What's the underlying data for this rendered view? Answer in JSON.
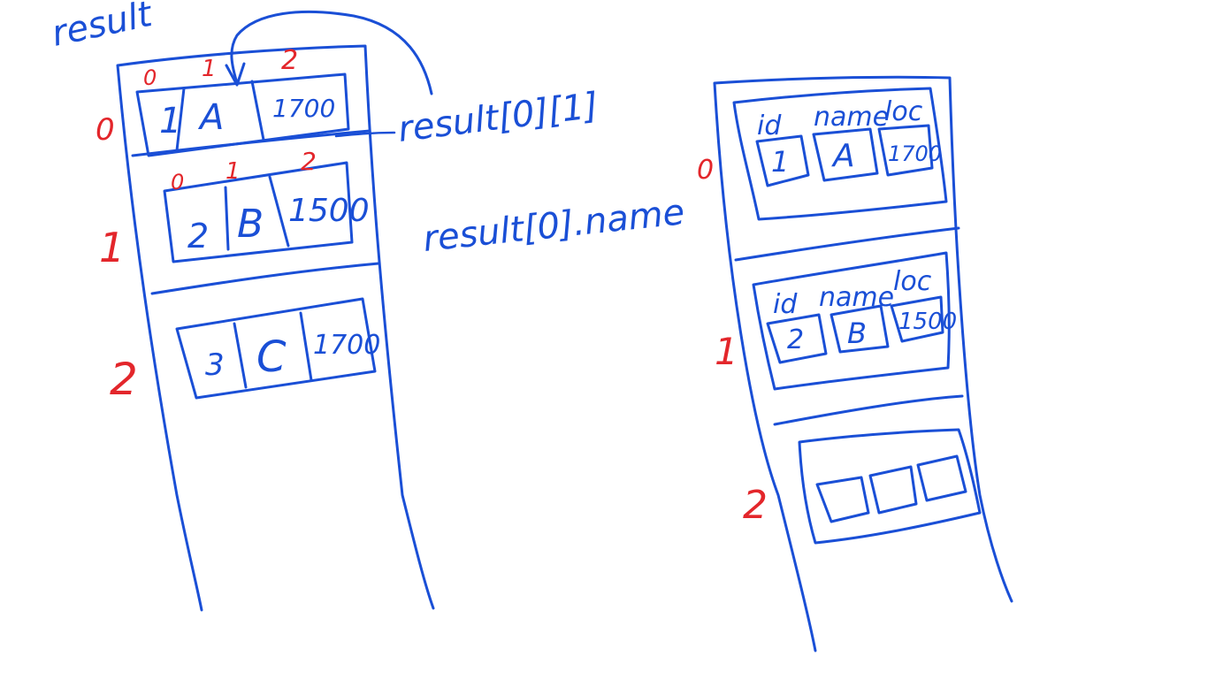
{
  "colors": {
    "ink": "#1a4fd6",
    "index": "#e3262b",
    "background": "#ffffff"
  },
  "left_array": {
    "title": "result",
    "row_indices": [
      "0",
      "1",
      "2"
    ],
    "col_indices_row0": [
      "0",
      "1",
      "2"
    ],
    "col_indices_row1": [
      "0",
      "1",
      "2"
    ],
    "rows": [
      [
        "1",
        "A",
        "1700"
      ],
      [
        "2",
        "B",
        "1500"
      ],
      [
        "3",
        "C",
        "1700"
      ]
    ]
  },
  "annotations": {
    "index_access": "result[0][1]",
    "property_access": "result[0].name"
  },
  "right_array": {
    "row_indices": [
      "0",
      "1",
      "2"
    ],
    "objects": [
      {
        "keys": [
          "id",
          "name",
          "loc"
        ],
        "values": [
          "1",
          "A",
          "1700"
        ]
      },
      {
        "keys": [
          "id",
          "name",
          "loc"
        ],
        "values": [
          "2",
          "B",
          "1500"
        ]
      }
    ]
  }
}
